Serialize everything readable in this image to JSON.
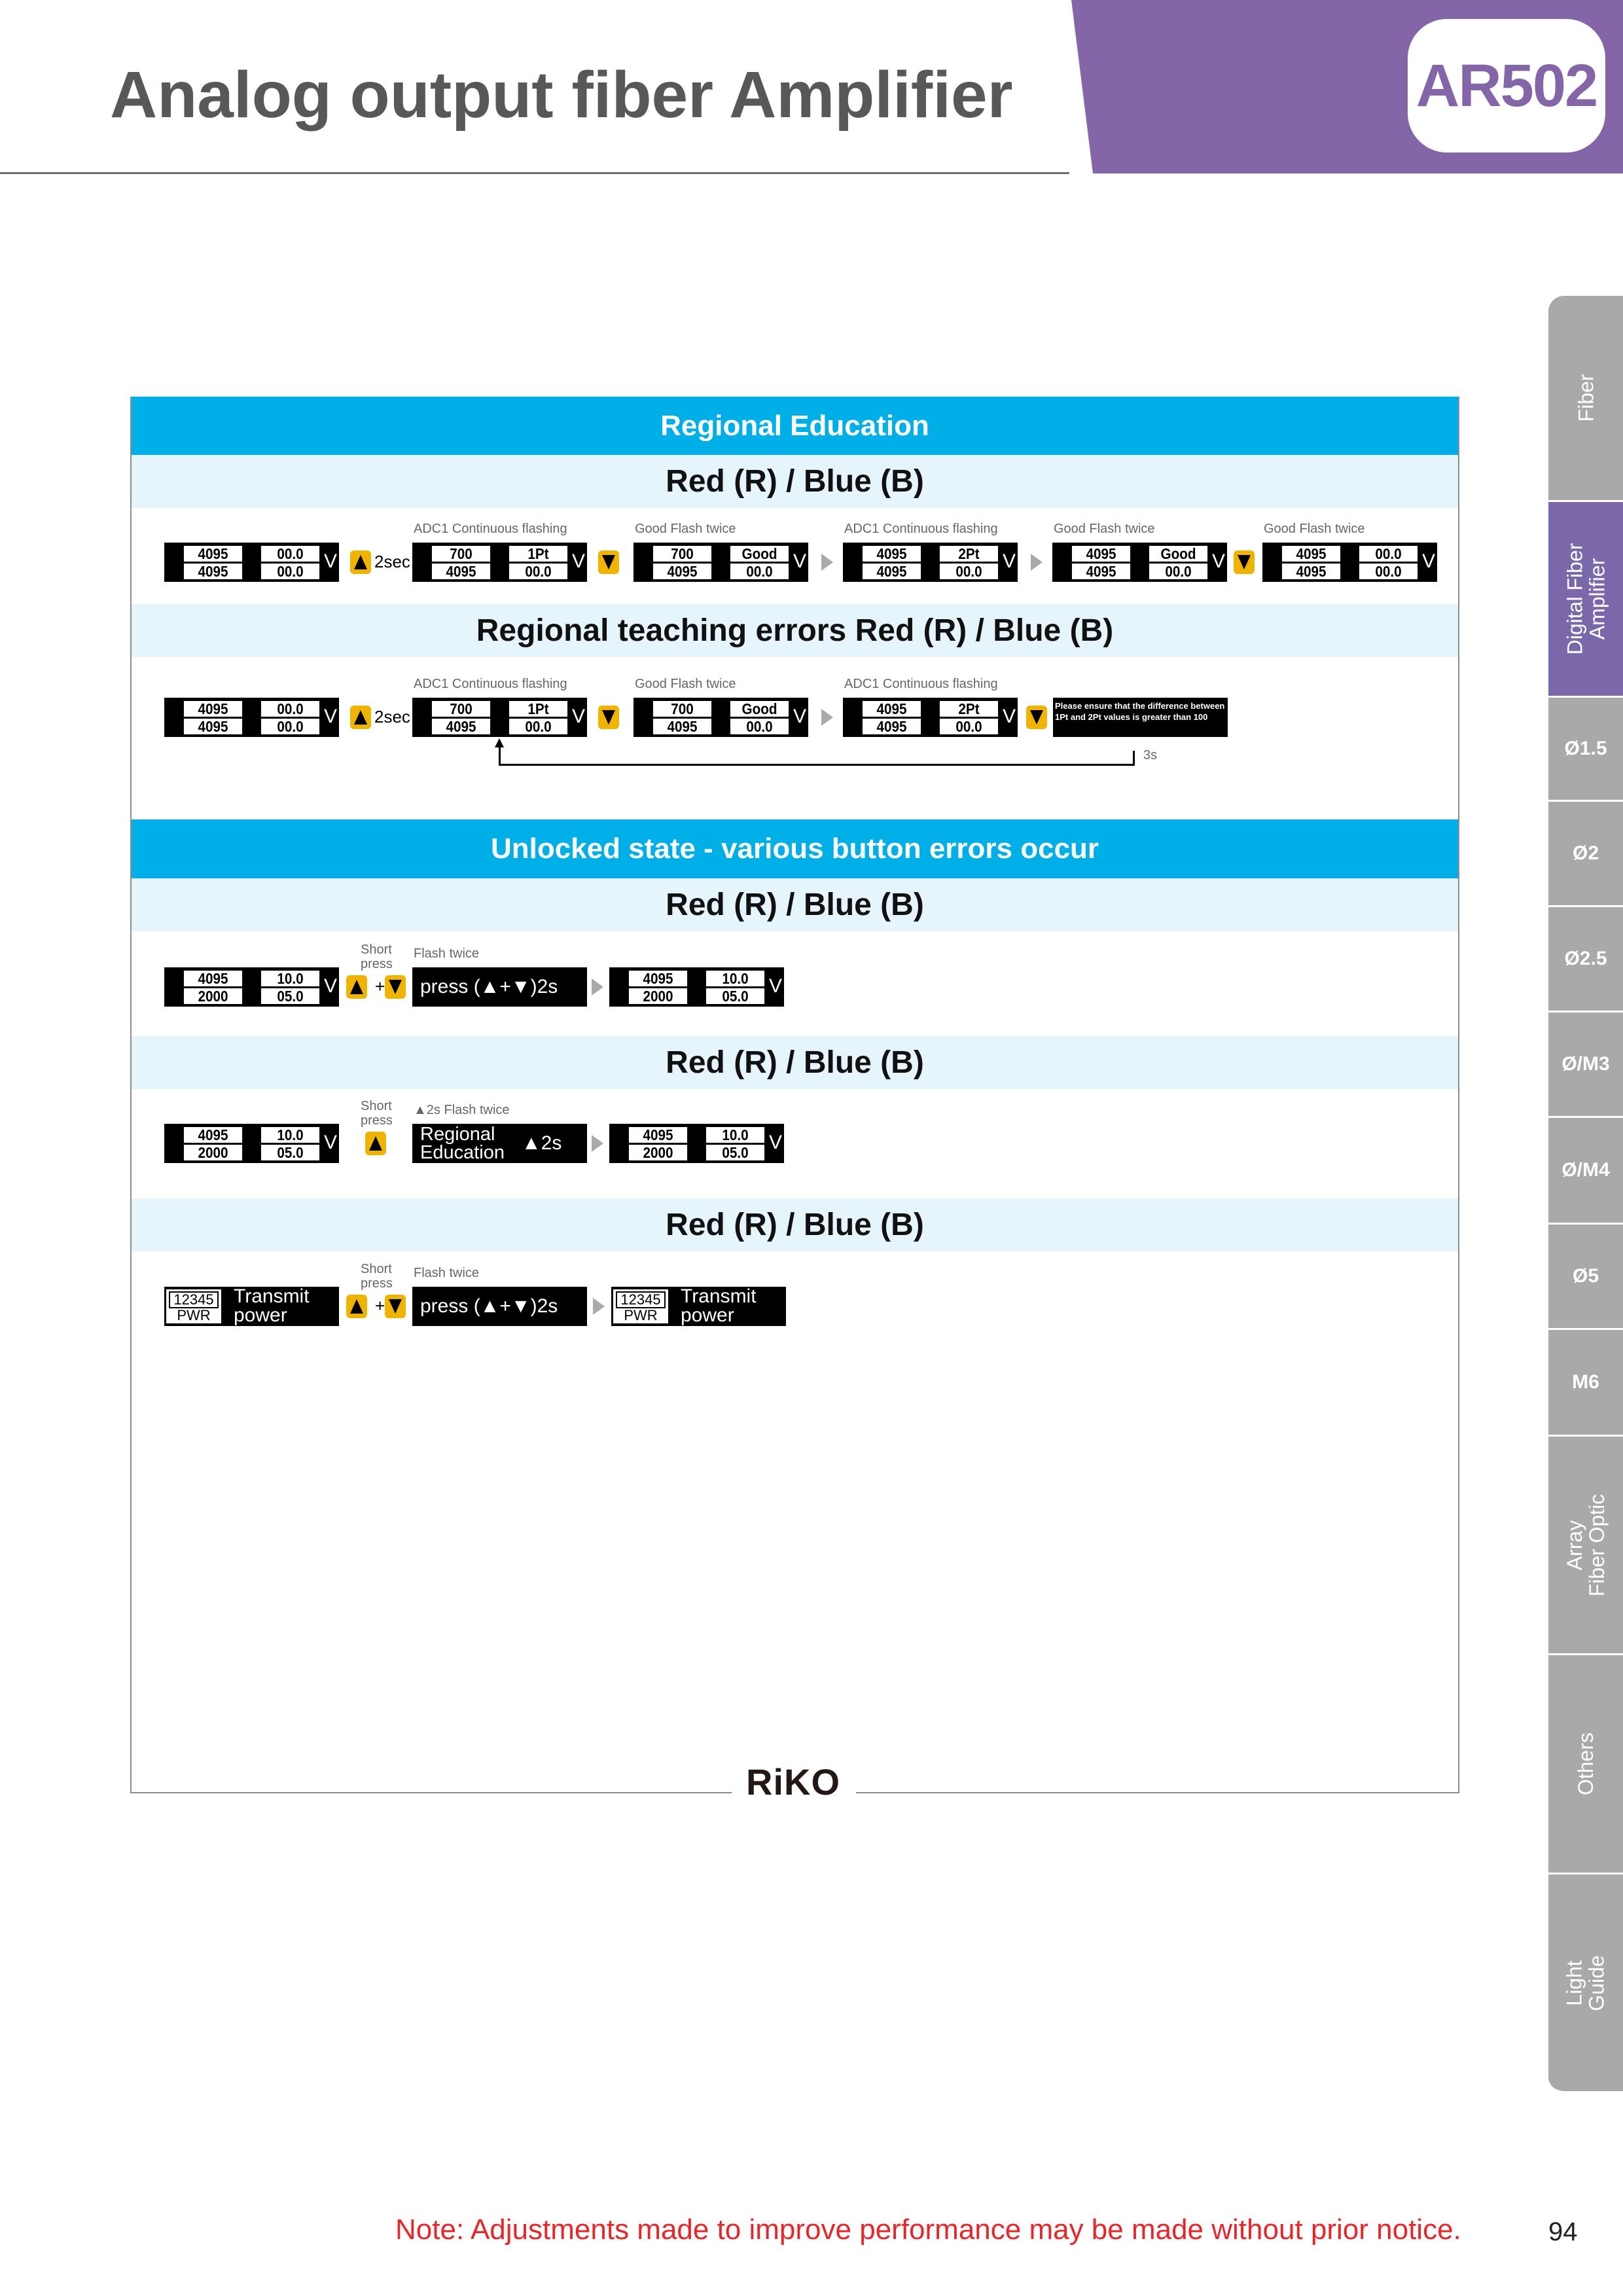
{
  "header": {
    "title": "Analog output fiber Amplifier",
    "badge": "AR502"
  },
  "sidebar": {
    "tabs": [
      {
        "label": "Fiber",
        "rotated": true,
        "active": false
      },
      {
        "label": "Digital Fiber\nAmplifier",
        "rotated": true,
        "active": true
      },
      {
        "label": "Ø1.5",
        "rotated": false,
        "active": false
      },
      {
        "label": "Ø2",
        "rotated": false,
        "active": false
      },
      {
        "label": "Ø2.5",
        "rotated": false,
        "active": false
      },
      {
        "label": "Ø/M3",
        "rotated": false,
        "active": false
      },
      {
        "label": "Ø/M4",
        "rotated": false,
        "active": false
      },
      {
        "label": "Ø5",
        "rotated": false,
        "active": false
      },
      {
        "label": "M6",
        "rotated": false,
        "active": false
      },
      {
        "label": "Array\nFiber Optic",
        "rotated": true,
        "active": false
      },
      {
        "label": "Others",
        "rotated": true,
        "active": false
      },
      {
        "label": "Light\nGuide",
        "rotated": true,
        "active": false
      }
    ]
  },
  "sections": [
    {
      "title": "Regional Education",
      "rows": [
        {
          "subtitle": "Red (R) / Blue (B)",
          "steps": [
            {
              "type": "display",
              "cells": [
                "4095",
                "00.0",
                "4095",
                "00.0"
              ],
              "unit": "V"
            },
            {
              "type": "button",
              "icon": "up"
            },
            {
              "type": "text",
              "text": "2sec"
            },
            {
              "type": "display",
              "label": "ADC1 Continuous flashing",
              "cells": [
                "700",
                "1Pt",
                "4095",
                "00.0"
              ],
              "unit": "V"
            },
            {
              "type": "button",
              "icon": "down"
            },
            {
              "type": "display",
              "label": "Good Flash twice",
              "cells": [
                "700",
                "Good",
                "4095",
                "00.0"
              ],
              "unit": "V"
            },
            {
              "type": "arrow"
            },
            {
              "type": "display",
              "label": "ADC1 Continuous flashing",
              "cells": [
                "4095",
                "2Pt",
                "4095",
                "00.0"
              ],
              "unit": "V"
            },
            {
              "type": "arrow"
            },
            {
              "type": "display",
              "label": "Good Flash twice",
              "cells": [
                "4095",
                "Good",
                "4095",
                "00.0"
              ],
              "unit": "V"
            },
            {
              "type": "button",
              "icon": "down"
            },
            {
              "type": "display",
              "label": "Good Flash twice",
              "cells": [
                "4095",
                "00.0",
                "4095",
                "00.0"
              ],
              "unit": "V"
            }
          ]
        },
        {
          "subtitle": "Regional teaching errors Red (R) / Blue (B)",
          "loop_label": "3s",
          "steps": [
            {
              "type": "display",
              "cells": [
                "4095",
                "00.0",
                "4095",
                "00.0"
              ],
              "unit": "V"
            },
            {
              "type": "button",
              "icon": "up"
            },
            {
              "type": "text",
              "text": "2sec"
            },
            {
              "type": "display",
              "label": "ADC1 Continuous flashing",
              "cells": [
                "700",
                "1Pt",
                "4095",
                "00.0"
              ],
              "unit": "V"
            },
            {
              "type": "button",
              "icon": "down"
            },
            {
              "type": "display",
              "label": "Good Flash twice",
              "cells": [
                "700",
                "Good",
                "4095",
                "00.0"
              ],
              "unit": "V"
            },
            {
              "type": "arrow"
            },
            {
              "type": "display",
              "label": "ADC1 Continuous flashing",
              "cells": [
                "4095",
                "2Pt",
                "4095",
                "00.0"
              ],
              "unit": "V"
            },
            {
              "type": "button",
              "icon": "down"
            },
            {
              "type": "message",
              "text": "Please ensure that the difference between 1Pt and 2Pt values is greater than 100"
            }
          ]
        }
      ]
    },
    {
      "title": "Unlocked state - various button errors occur",
      "rows": [
        {
          "subtitle": "Red (R) / Blue (B)",
          "steps": [
            {
              "type": "display",
              "cells": [
                "4095",
                "10.0",
                "2000",
                "05.0"
              ],
              "unit": "V"
            },
            {
              "type": "note",
              "text": "Short\npress"
            },
            {
              "type": "button",
              "icon": "up"
            },
            {
              "type": "text",
              "text": "+"
            },
            {
              "type": "button",
              "icon": "down"
            },
            {
              "type": "box",
              "label": "Flash twice",
              "text": "press (▲+▼)2s"
            },
            {
              "type": "arrow"
            },
            {
              "type": "display",
              "cells": [
                "4095",
                "10.0",
                "2000",
                "05.0"
              ],
              "unit": "V"
            }
          ]
        },
        {
          "subtitle": "Red (R) / Blue (B)",
          "steps": [
            {
              "type": "display",
              "cells": [
                "4095",
                "10.0",
                "2000",
                "05.0"
              ],
              "unit": "V"
            },
            {
              "type": "note",
              "text": "Short\npress"
            },
            {
              "type": "button",
              "icon": "up"
            },
            {
              "type": "box",
              "label": "▲2s  Flash twice",
              "text": "Regional\nEducation",
              "side": "▲2s"
            },
            {
              "type": "arrow"
            },
            {
              "type": "display",
              "cells": [
                "4095",
                "10.0",
                "2000",
                "05.0"
              ],
              "unit": "V"
            }
          ]
        },
        {
          "subtitle": "Red (R) / Blue (B)",
          "steps": [
            {
              "type": "power",
              "num": "12345",
              "sub": "PWR",
              "text": "Transmit\npower"
            },
            {
              "type": "note",
              "text": "Short\npress"
            },
            {
              "type": "button",
              "icon": "up"
            },
            {
              "type": "text",
              "text": "+"
            },
            {
              "type": "button",
              "icon": "down"
            },
            {
              "type": "box",
              "label": "Flash twice",
              "text": "press (▲+▼)2s"
            },
            {
              "type": "arrow"
            },
            {
              "type": "power",
              "num": "12345",
              "sub": "PWR",
              "text": "Transmit\npower"
            }
          ]
        }
      ]
    }
  ],
  "footer": {
    "logo": "RiKO",
    "note": "Note: Adjustments made to improve performance may be made without prior notice.",
    "page": "94"
  },
  "colors": {
    "brand": "#8466a8",
    "section": "#00aee8",
    "subsection": "#e6f4fc",
    "button": "#f0b400",
    "note": "#e8262a"
  }
}
